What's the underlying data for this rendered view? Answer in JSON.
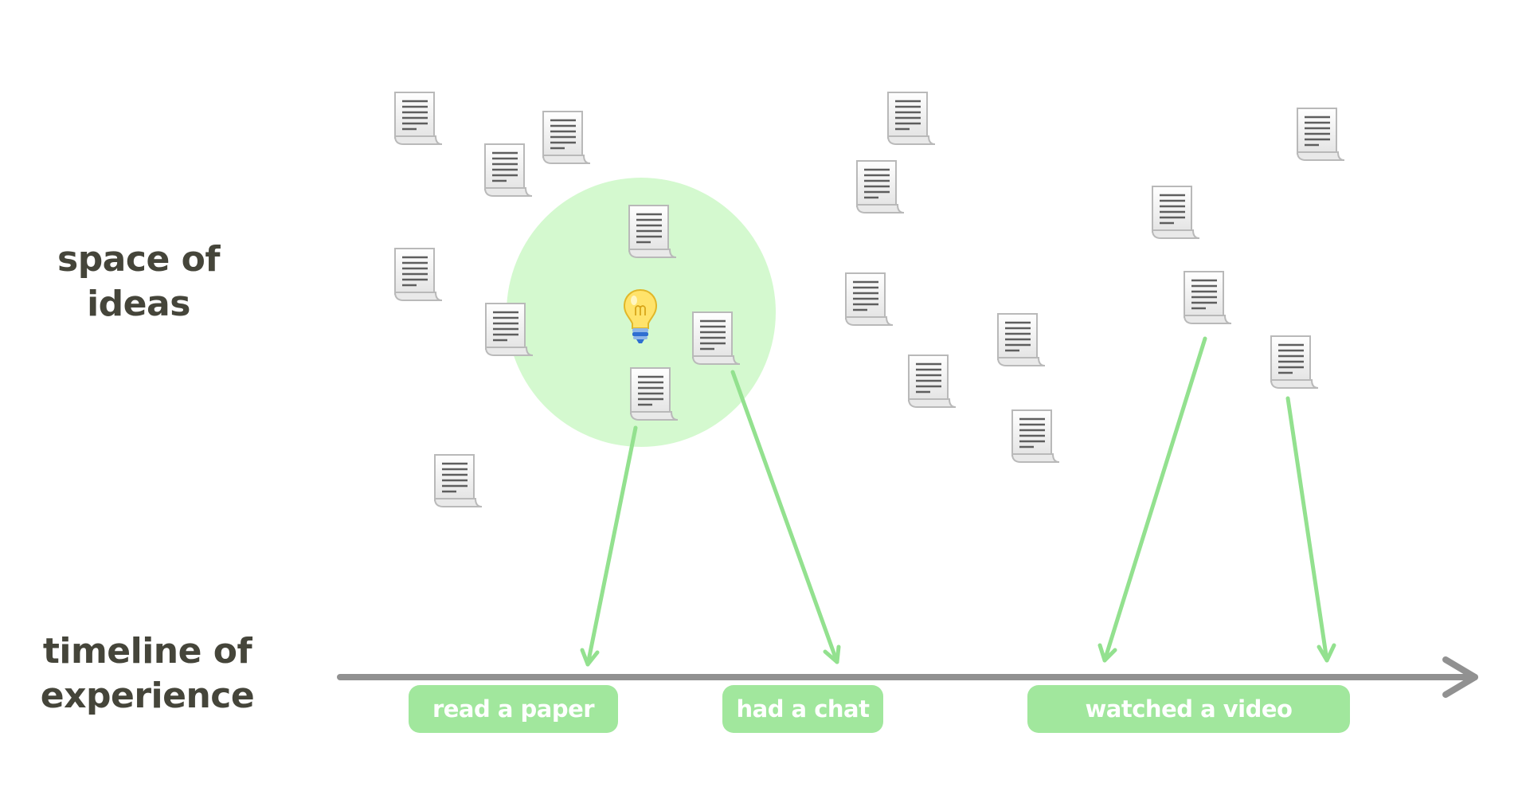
{
  "labels": {
    "space": [
      "space of",
      "ideas"
    ],
    "timeline": [
      "timeline of",
      "experience"
    ]
  },
  "events": [
    {
      "label": "read a paper"
    },
    {
      "label": "had a chat"
    },
    {
      "label": "watched a video"
    }
  ],
  "colors": {
    "highlight_circle": "#d4f9cf",
    "arrow": "#93e18f",
    "timeline": "#919191",
    "pill": "#a1e79d",
    "label_text": "#45453a"
  },
  "icons": {
    "document": "scroll-document-icon",
    "idea": "lightbulb-icon"
  }
}
